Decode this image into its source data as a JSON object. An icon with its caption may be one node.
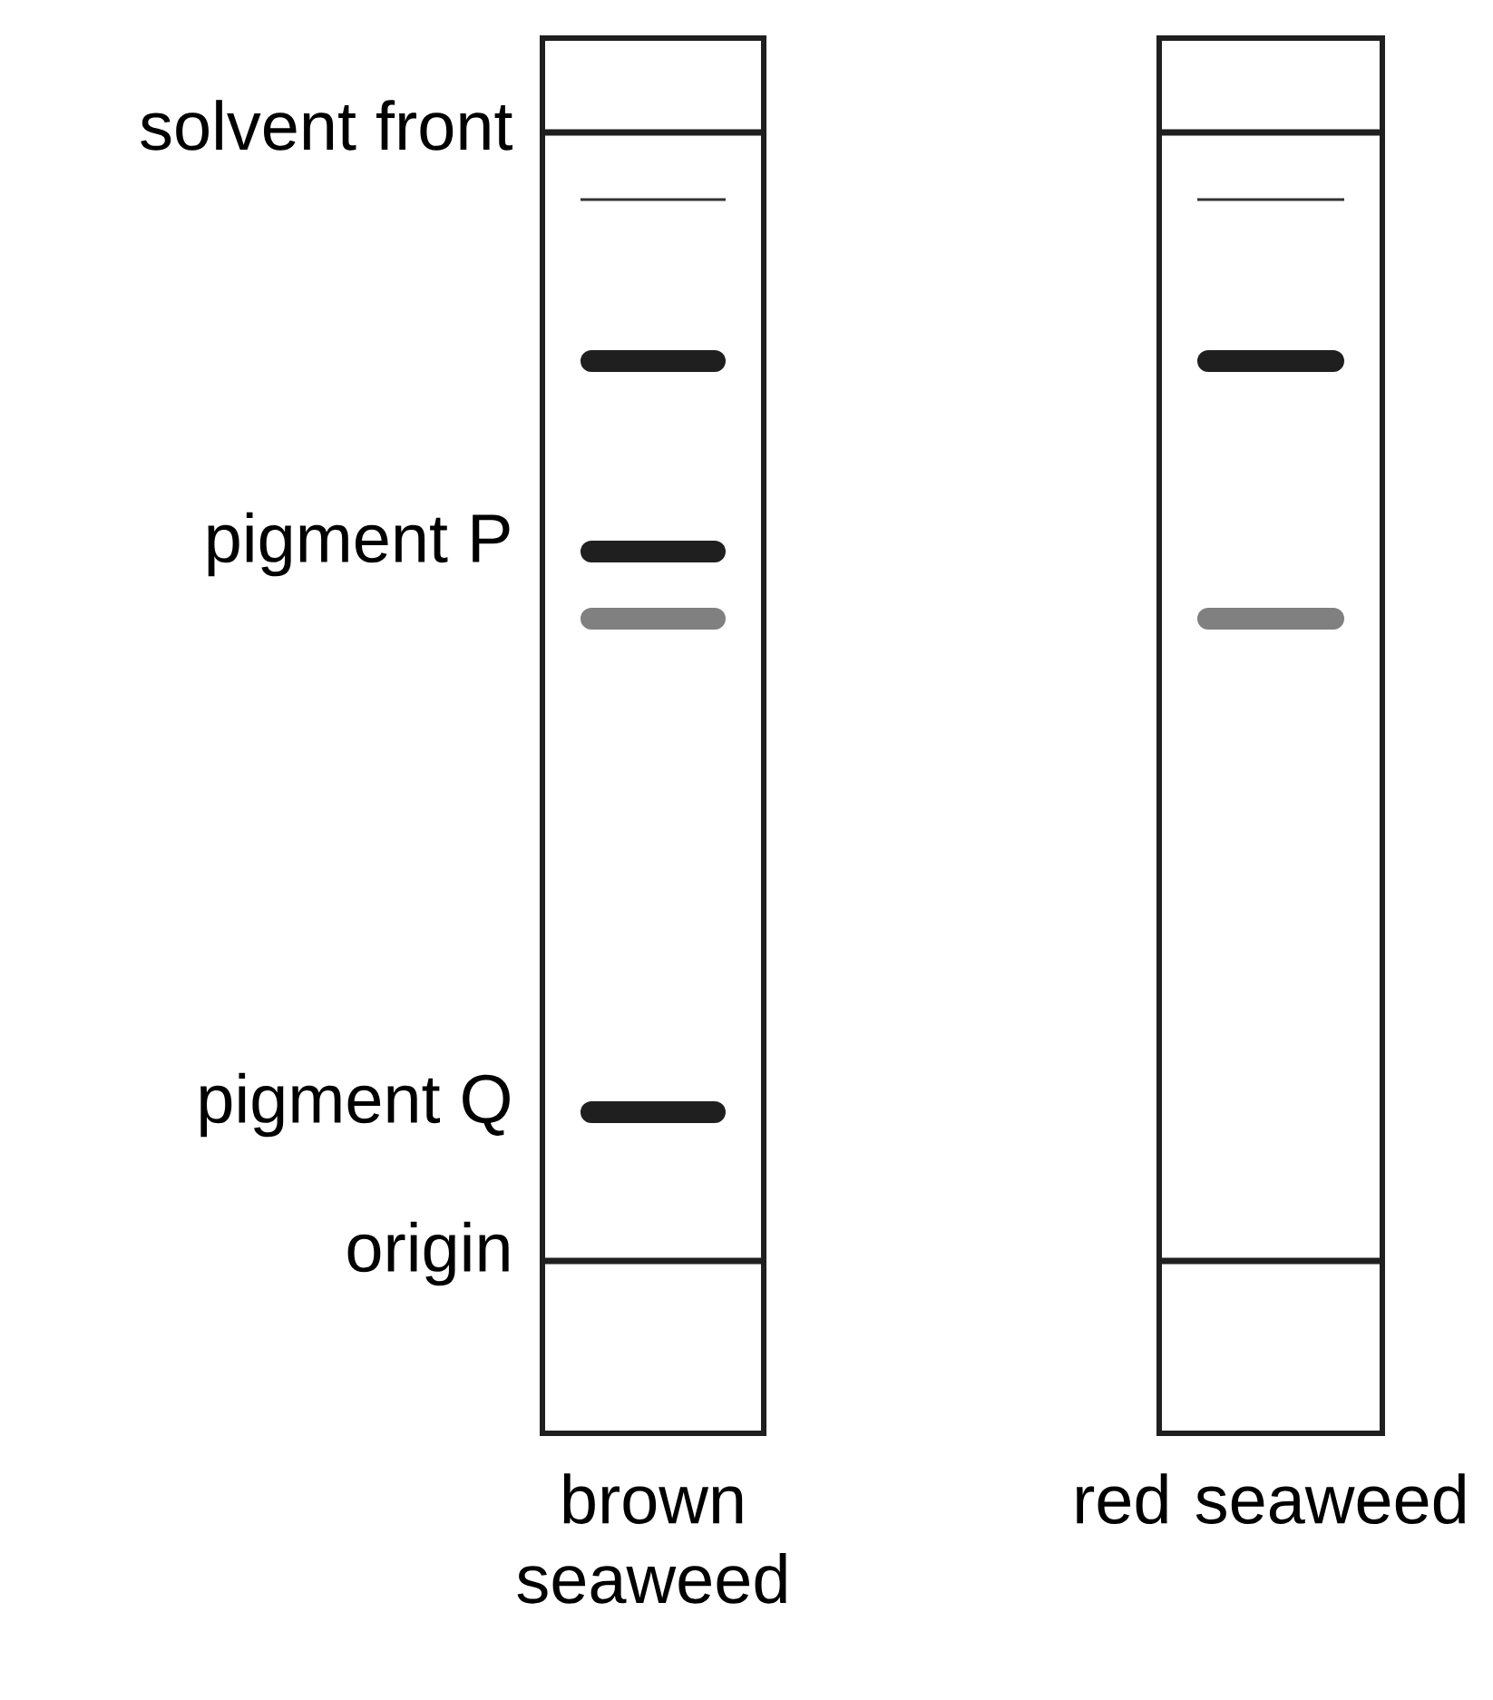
{
  "diagram": {
    "nodes": [
      {
        "text": [
          "brown seaweed"
        ]
      },
      {
        "text": [
          "red seaweed"
        ]
      }
    ],
    "labels": [
      "solvent front",
      "pigment P",
      "pigment Q",
      "origin"
    ]
  }
}
